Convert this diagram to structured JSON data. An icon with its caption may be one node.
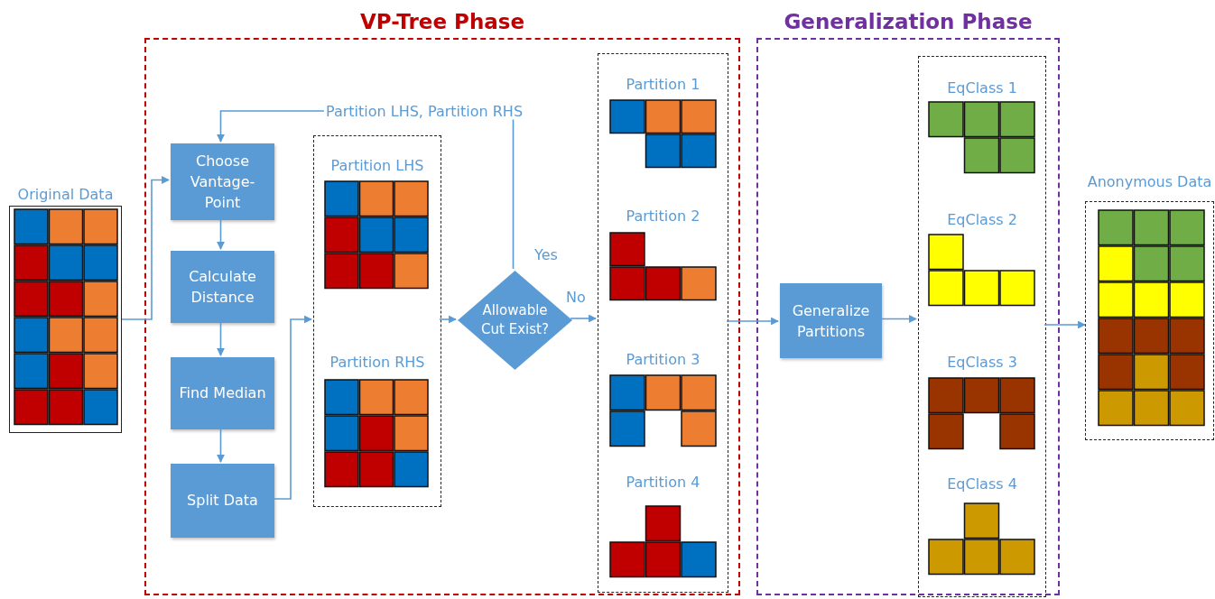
{
  "diagram": {
    "nodes": [
      {
        "text": [
          "VP-Tree Phase"
        ]
      },
      {
        "text": [
          "Original Data"
        ]
      },
      {
        "text": [
          "Choose Vantage-Point"
        ],
        "in": 0
      },
      {
        "text": [
          "Calculate Distance"
        ],
        "in": 0
      },
      {
        "text": [
          "Find Median"
        ],
        "in": 0
      },
      {
        "text": [
          "Split Data"
        ],
        "in": 0
      },
      {
        "text": [
          "Partition LHS",
          "Partition RHS"
        ],
        "in": 0
      },
      {
        "text": [
          "Allowable Cut Exist?"
        ],
        "in": 0
      },
      {
        "text": [
          "Partition 1",
          "Partition 2",
          "Partition 3",
          "Partition 4"
        ],
        "in": 0
      },
      {
        "text": [
          "Generalization Phase"
        ]
      },
      {
        "text": [
          "Generalize Partitions"
        ],
        "in": 9
      },
      {
        "text": [
          "EqClass 1",
          "EqClass 2",
          "EqClass 3",
          "EqClass 4"
        ],
        "in": 9
      },
      {
        "text": [
          "Anonymous Data"
        ]
      }
    ],
    "edges": [
      {
        "from": 1,
        "to": 2,
        "arrow": "to"
      },
      {
        "from": 2,
        "to": 3,
        "arrow": "to"
      },
      {
        "from": 3,
        "to": 4,
        "arrow": "to"
      },
      {
        "from": 4,
        "to": 5,
        "arrow": "to"
      },
      {
        "from": 5,
        "to": 6,
        "arrow": "to"
      },
      {
        "from": 6,
        "to": 7,
        "arrow": "to"
      },
      {
        "from": 7,
        "to": 2,
        "arrow": "to",
        "label": "Partition LHS, Partition RHS"
      },
      {
        "from": 7,
        "to": 8,
        "arrow": "to",
        "label": "No"
      },
      {
        "from": 8,
        "to": 10,
        "arrow": "to"
      },
      {
        "from": 10,
        "to": 11,
        "arrow": "to"
      },
      {
        "from": 11,
        "to": 12,
        "arrow": "to"
      }
    ],
    "labels": [
      "Yes"
    ]
  }
}
